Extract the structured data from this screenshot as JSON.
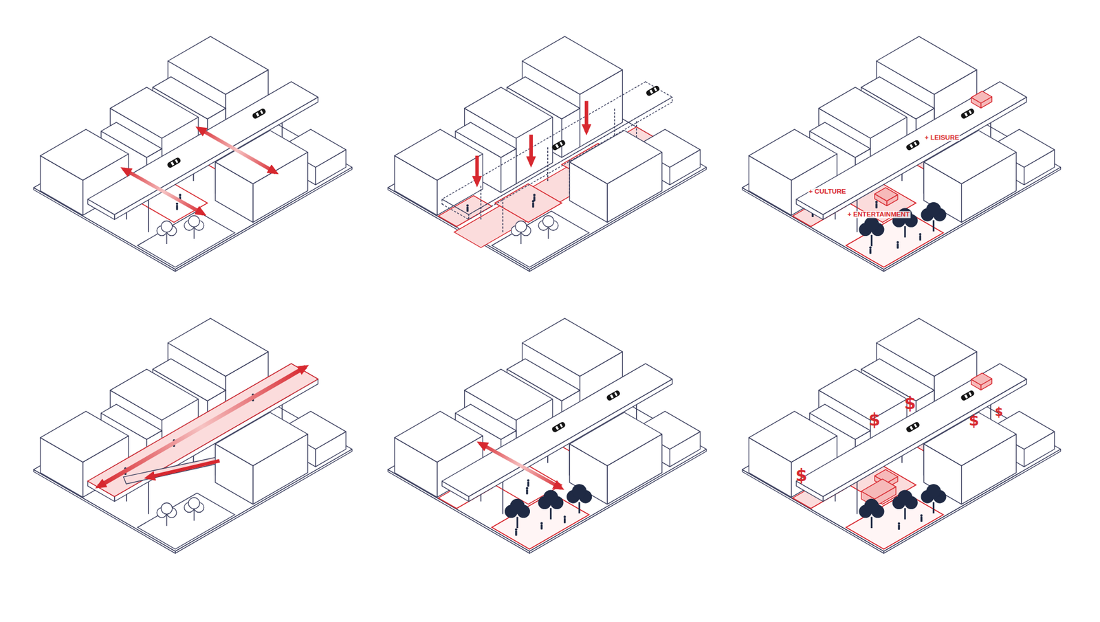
{
  "diagram": {
    "labels": [
      "+ CULTURE",
      "+ LEISURE",
      "+ ENTERTAINMENT",
      "$",
      "$",
      "$",
      "$",
      "$"
    ]
  }
}
